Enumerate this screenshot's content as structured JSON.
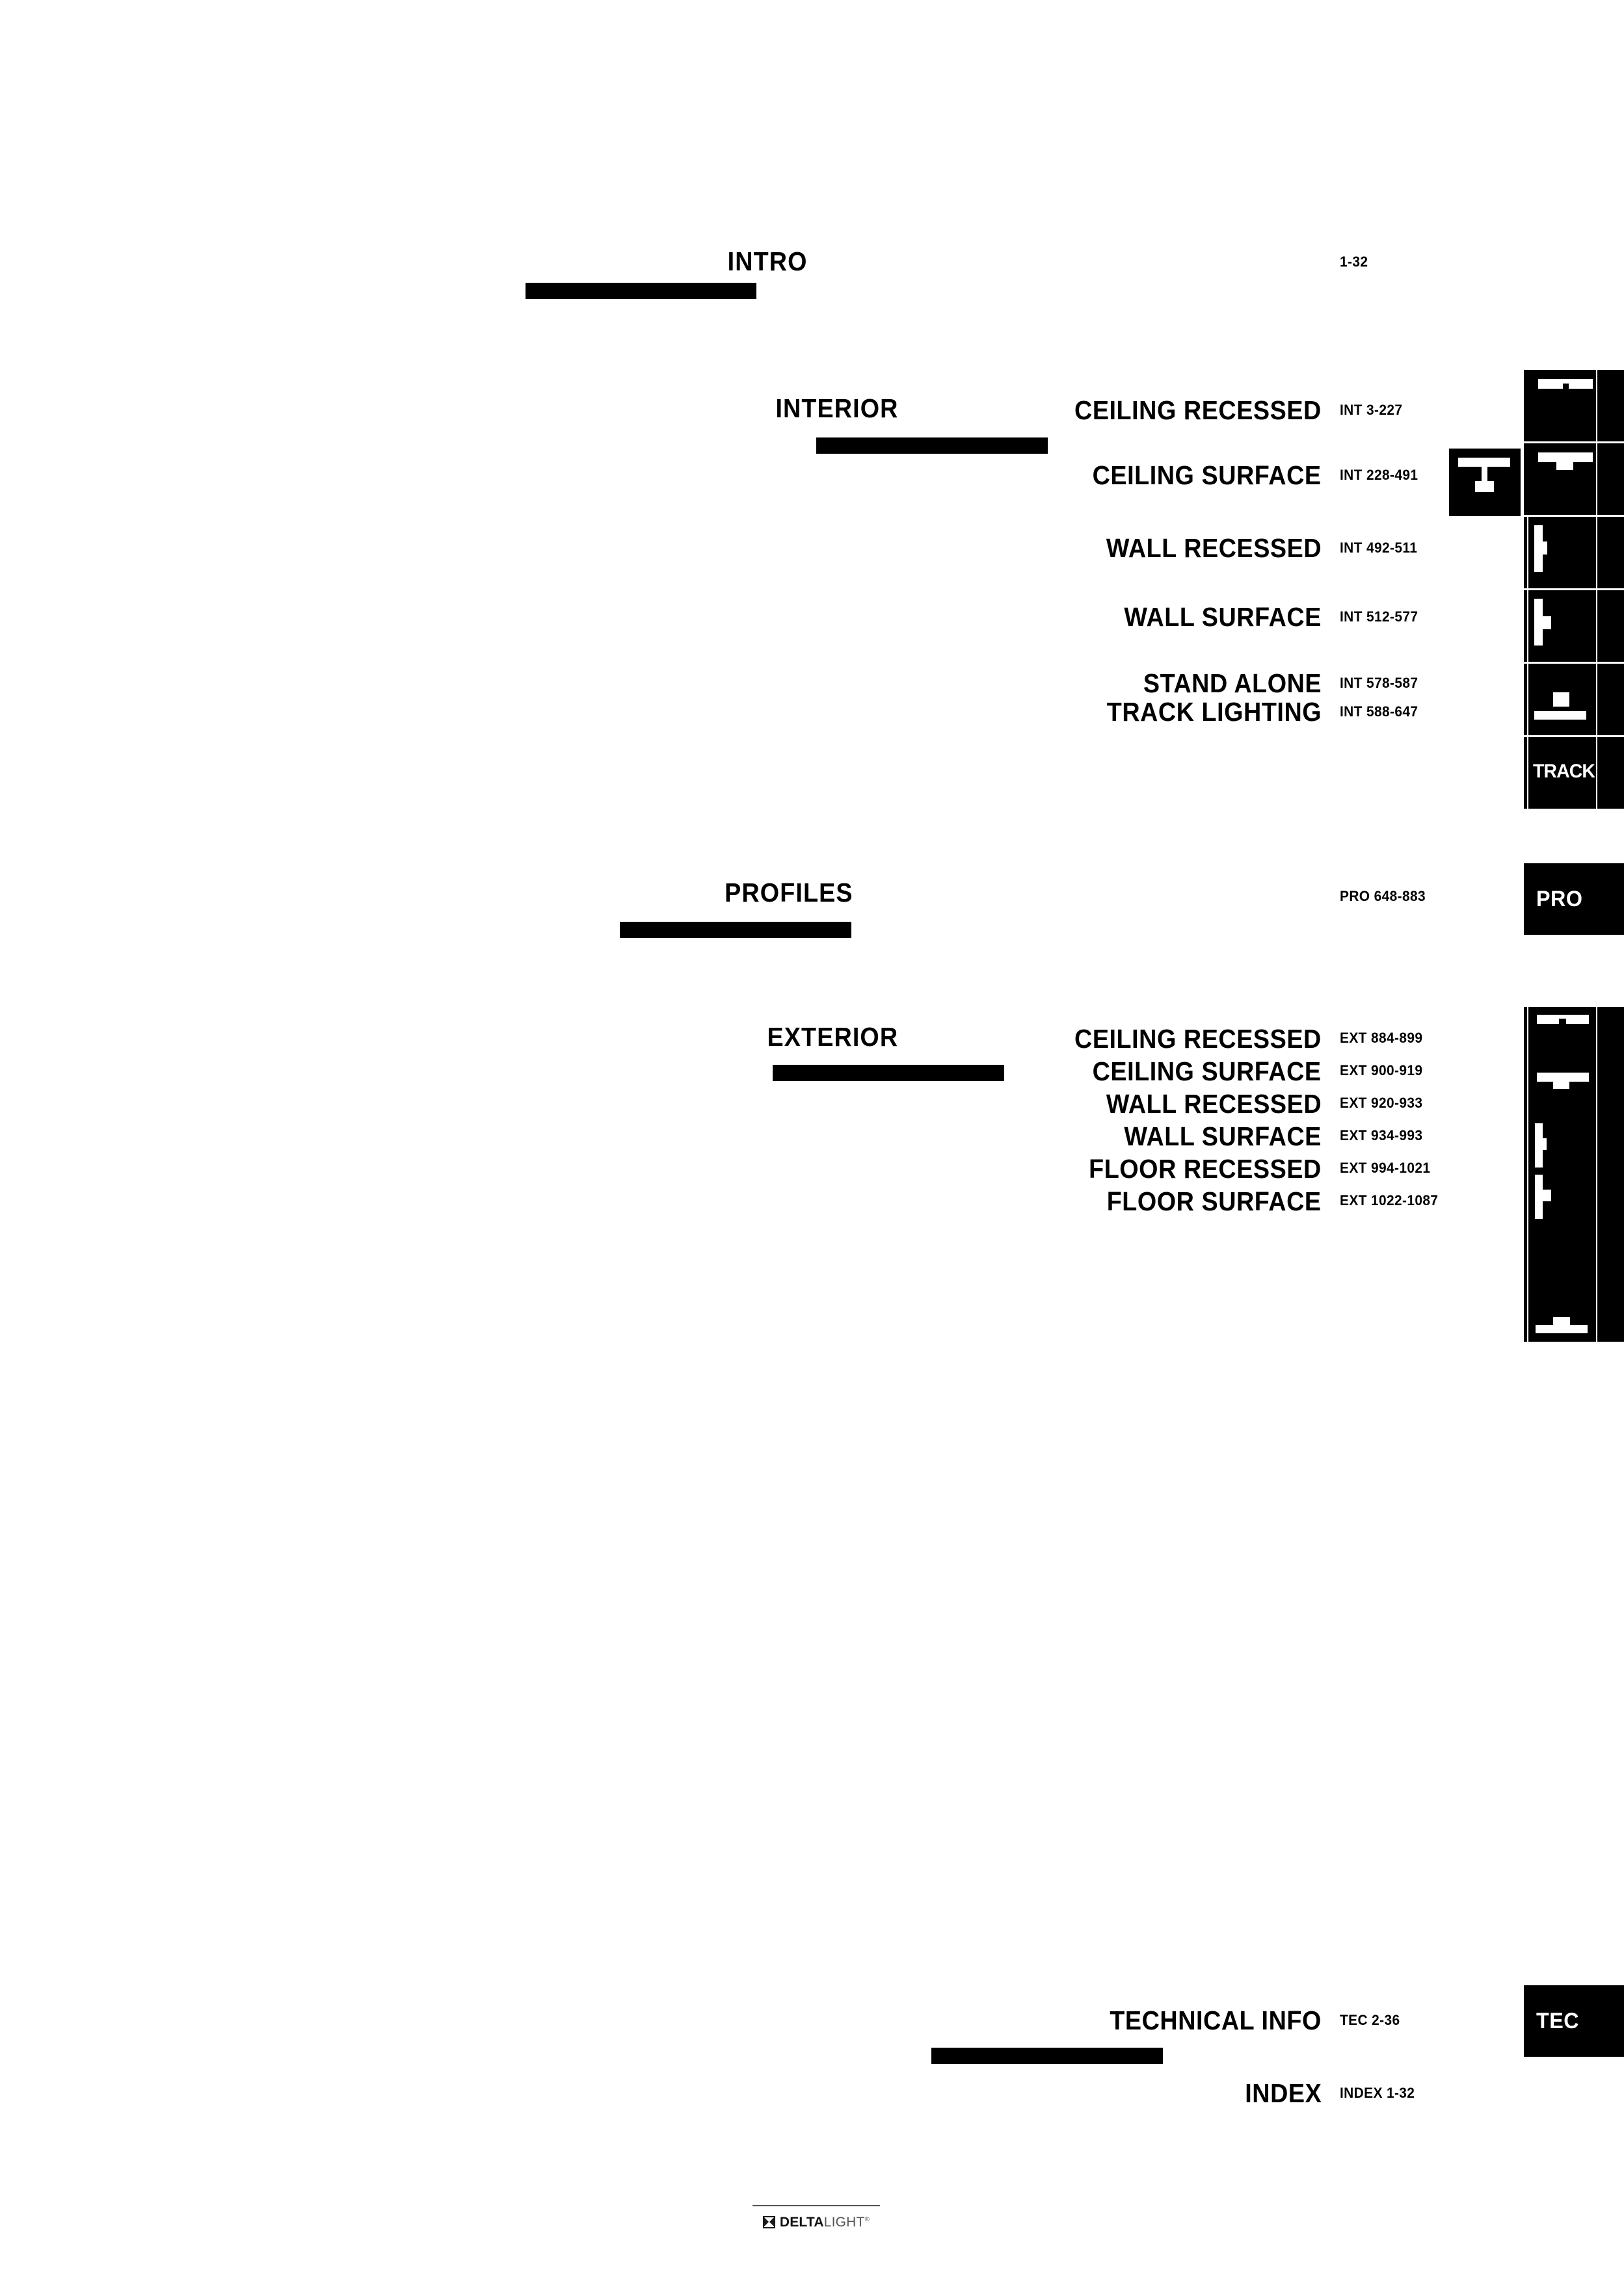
{
  "document": {
    "title": "Delta Light Catalogue Contents"
  },
  "sections": [
    {
      "id": "intro",
      "heading": "INTRO",
      "code": "1-32"
    },
    {
      "id": "interior",
      "heading": "INTERIOR",
      "rows": [
        {
          "title": "CEILING RECESSED",
          "code": "INT 3-227",
          "icon": "ceiling-recessed-icon"
        },
        {
          "title": "CEILING SURFACE",
          "code": "INT 228-491",
          "icon": "ceiling-surface-icon"
        },
        {
          "title": "WALL RECESSED",
          "code": "INT 492-511",
          "icon": "wall-recessed-icon"
        },
        {
          "title": "WALL SURFACE",
          "code": "INT 512-577",
          "icon": "wall-surface-icon"
        },
        {
          "title": "STAND ALONE",
          "code": "INT 578-587",
          "icon": "stand-alone-icon"
        },
        {
          "title": "TRACK LIGHTING",
          "code": "INT 588-647",
          "icon": "track-lighting-icon",
          "icon_label": "TRACK"
        }
      ],
      "extra_icon": "pendant-suspended-icon"
    },
    {
      "id": "profiles",
      "heading": "PROFILES",
      "code": "PRO 648-883",
      "badge": "PRO"
    },
    {
      "id": "exterior",
      "heading": "EXTERIOR",
      "rows": [
        {
          "title": "CEILING RECESSED",
          "code": "EXT 884-899",
          "icon": "ceiling-recessed-icon"
        },
        {
          "title": "CEILING SURFACE",
          "code": "EXT 900-919",
          "icon": "ceiling-surface-icon"
        },
        {
          "title": "WALL RECESSED",
          "code": "EXT 920-933",
          "icon": "wall-recessed-icon"
        },
        {
          "title": "WALL SURFACE",
          "code": "EXT 934-993",
          "icon": "wall-surface-icon"
        },
        {
          "title": "FLOOR RECESSED",
          "code": "EXT 994-1021",
          "icon": "floor-recessed-icon"
        },
        {
          "title": "FLOOR SURFACE",
          "code": "EXT 1022-1087",
          "icon": "floor-surface-icon"
        }
      ]
    },
    {
      "id": "technical",
      "heading": "TECHNICAL INFO",
      "code": "TEC 2-36",
      "badge": "TEC"
    },
    {
      "id": "index",
      "heading": "INDEX",
      "code": "INDEX 1-32"
    }
  ],
  "footer": {
    "brand_bold": "DELTA",
    "brand_light": "LIGHT",
    "registered": "®",
    "mark": "bowtie-mark-icon"
  },
  "colors": {
    "ink": "#000000",
    "paper": "#ffffff",
    "footer_gray": "#555555"
  }
}
